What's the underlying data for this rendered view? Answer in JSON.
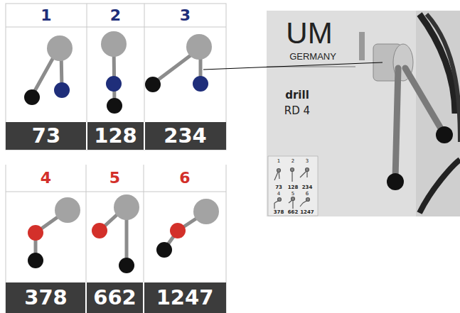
{
  "diagram": {
    "labels": [
      "1",
      "2",
      "3",
      "73",
      "128",
      "234",
      "4",
      "5",
      "6",
      "378",
      "662",
      "1247",
      "UM",
      "GERMANY",
      "drill",
      "RD 4",
      "1",
      "2",
      "3",
      "73",
      "128",
      "234",
      "4",
      "5",
      "6",
      "378",
      "662",
      "1247"
    ]
  }
}
